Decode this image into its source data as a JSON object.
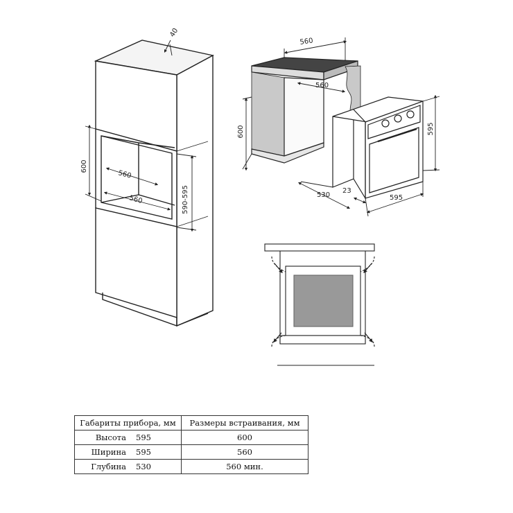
{
  "diagram": {
    "cabinet_view": {
      "top_gap": "40",
      "niche_height": "600",
      "niche_depth": "560",
      "niche_width": "560",
      "cutout_height": "590-595"
    },
    "oven_view": {
      "niche_width": "560",
      "niche_depth": "560",
      "niche_height": "600",
      "oven_height": "595",
      "oven_width": "595",
      "oven_depth": "530",
      "panel_offset": "23"
    }
  },
  "table": {
    "header_device": "Габариты прибора, мм",
    "header_install": "Размеры встраивания, мм",
    "rows": [
      {
        "name": "Высота",
        "device": "595",
        "install": "600"
      },
      {
        "name": "Ширина",
        "device": "595",
        "install": "560"
      },
      {
        "name": "Глубина",
        "device": "530",
        "install": "560 мин."
      }
    ]
  }
}
